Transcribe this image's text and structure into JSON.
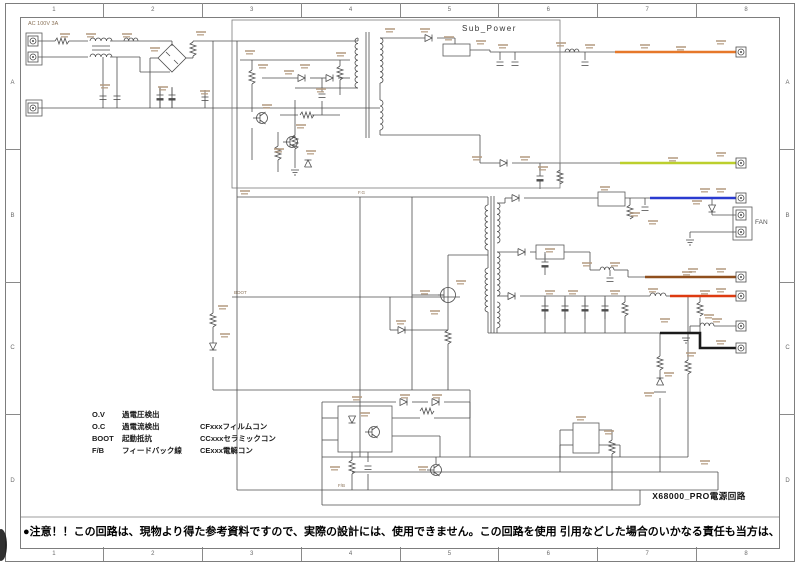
{
  "frame": {
    "columns": [
      "1",
      "2",
      "3",
      "4",
      "5",
      "6",
      "7",
      "8"
    ],
    "rows": [
      "A",
      "B",
      "C",
      "D"
    ]
  },
  "labels": {
    "ac_input": "AC 100V 3A",
    "sub_power": "Sub_Power",
    "fan": "FAN",
    "fg": "F.G",
    "boot": "BOOT",
    "fb": "F/B",
    "title": "X68000_PRO電源回路",
    "warning": "●注意！！この回路は、現物より得た参考資料ですので、実際の設計には、使用できません。この回路を使用 引用などした場合のいかなる責任も当方は、負えません。"
  },
  "legend": {
    "rows": [
      {
        "abbr": "O.V",
        "desc": "過電圧検出",
        "note": ""
      },
      {
        "abbr": "O.C",
        "desc": "過電流検出",
        "note": "CFxxxフィルムコン"
      },
      {
        "abbr": "BOOT",
        "desc": "起動抵抗",
        "note": "CCxxxセラミックコン"
      },
      {
        "abbr": "F/B",
        "desc": "フィードバック線",
        "note": "CExxx電解コン"
      }
    ]
  },
  "colors": {
    "orange": "#E6782A",
    "yellow_green": "#BCCF2D",
    "blue": "#2A3BD0",
    "brown": "#8F4F1D",
    "red": "#DD3A10",
    "black_wire": "#1b1b1b",
    "wire": "#4d4d4d",
    "frame": "#7d7d7d",
    "label_smudge": "#b3997f",
    "tiny_text": "#8a7258"
  }
}
